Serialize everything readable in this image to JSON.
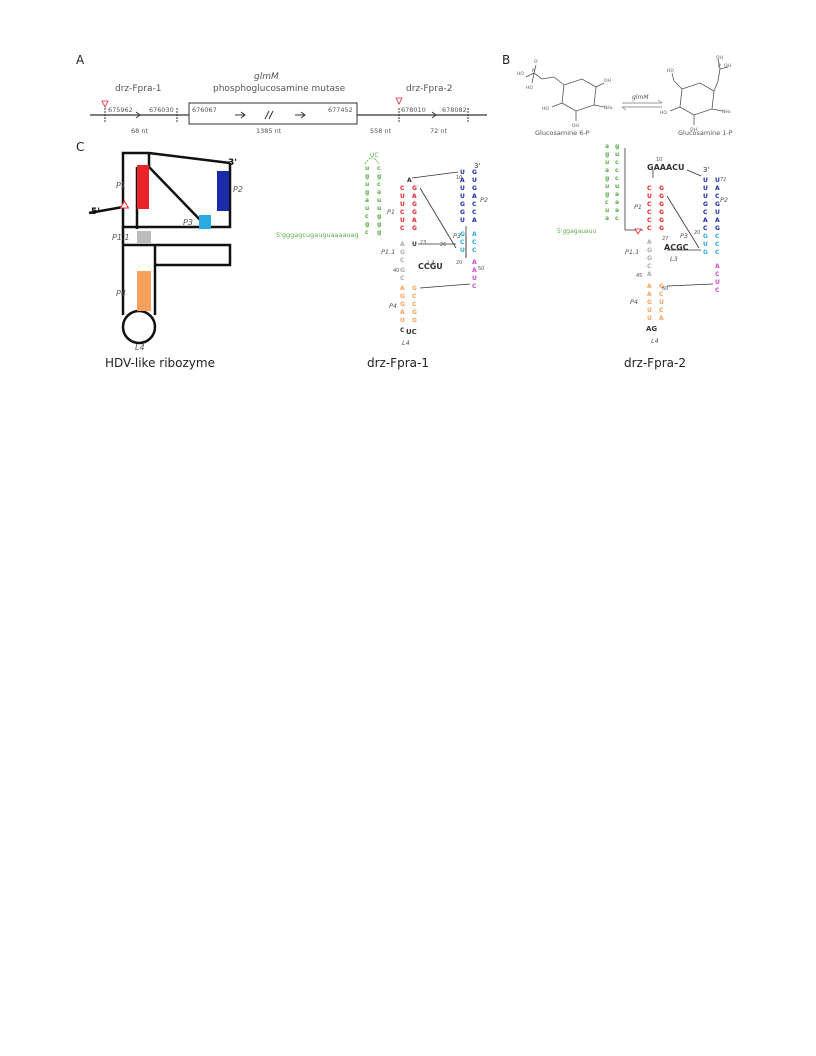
{
  "panels": {
    "a": "A",
    "b": "B",
    "c": "C"
  },
  "genome": {
    "gene_left": "drz-Fpra-1",
    "gene_mid_italic": "glmM",
    "gene_mid_desc": "phosphoglucosamine mutase",
    "gene_right": "drz-Fpra-2",
    "coords": {
      "c1": "675962",
      "c2": "676030",
      "c3": "676067",
      "c4": "677452",
      "c5": "678010",
      "c6": "678082"
    },
    "len_left": "68 nt",
    "len_mid": "1385 nt",
    "len_gap": "558 nt",
    "len_right": "72 nt"
  },
  "reaction": {
    "enzyme": "glmM",
    "substrate": "Glucosamine 6-P",
    "product": "Glucosamine 1-P",
    "atom_labels": {
      "oh": "OH",
      "ho": "HO",
      "nh2": "NH₂",
      "p": "P",
      "o": "O"
    }
  },
  "schematic": {
    "five_prime": "5'",
    "three_prime": "3'",
    "p1": "P1",
    "p2": "P2",
    "p3": "P3",
    "p11": "P1.1",
    "p4": "P4",
    "l4": "L4",
    "caption": "HDV-like ribozyme",
    "colors": {
      "p1": "#e8232a",
      "p2": "#1a2aa8",
      "p3": "#29abe2",
      "p11": "#bcbcbc",
      "p4": "#f7a15a"
    }
  },
  "drz1": {
    "caption": "drz-Fpra-1",
    "leader": "5'gggagcugauguaaaauag",
    "loop_top": "UC",
    "labels": {
      "p1": "P1",
      "p2": "P2",
      "p3": "P3",
      "p11": "P1.1",
      "p4": "P4",
      "l3": "L3",
      "l4": "L4"
    },
    "nums": {
      "n10": "10",
      "n23": "23",
      "n26": "26",
      "n20": "20",
      "n40": "40",
      "n50": "50"
    },
    "l3_seq": "CCGU",
    "l4_seq": "UC",
    "three_prime": "3'"
  },
  "drz2": {
    "caption": "drz-Fpra-2",
    "leader": "5'ggagauauu",
    "top_seq": "GAAACU",
    "labels": {
      "p1": "P1",
      "p2": "P2",
      "p3": "P3",
      "p11": "P1.1",
      "p4": "P4",
      "l3": "L3",
      "l4": "L4"
    },
    "nums": {
      "n10": "10",
      "n27": "27",
      "n20": "20",
      "n45": "45",
      "n60": "60",
      "n72": "72"
    },
    "l3_seq": "ACGC",
    "l4_seq": "AG",
    "three_prime": "3'"
  }
}
